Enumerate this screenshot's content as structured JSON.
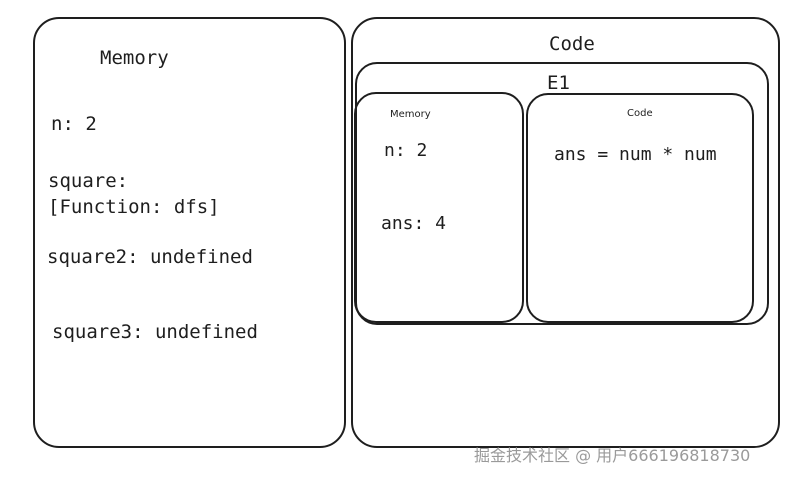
{
  "global_memory": {
    "title": "Memory",
    "entries": [
      "n: 2",
      "square:",
      "[Function: dfs]",
      "square2: undefined",
      "square3: undefined"
    ]
  },
  "global_code": {
    "title": "Code"
  },
  "execution_context": {
    "title": "E1",
    "memory": {
      "title": "Memory",
      "entries": [
        "n: 2",
        "ans: 4"
      ]
    },
    "code": {
      "title": "Code",
      "line": "ans = num * num"
    }
  },
  "watermark": "掘金技术社区 @ 用户666196818730"
}
